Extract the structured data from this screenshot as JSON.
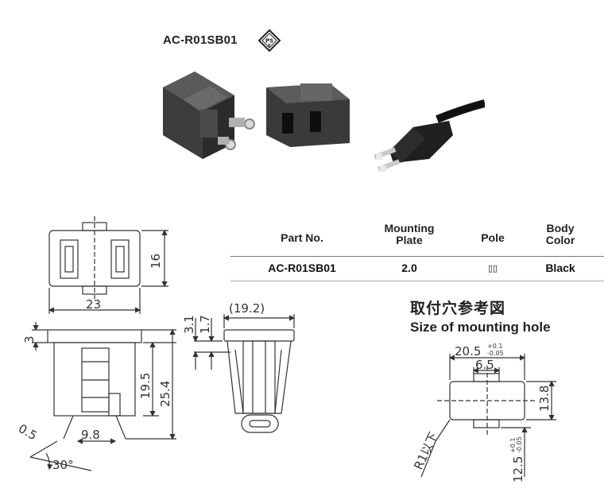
{
  "product": {
    "title": "AC-R01SB01",
    "cert_mark": "PSE"
  },
  "spec_table": {
    "headers": [
      "Part No.",
      "Mounting Plate",
      "Pole",
      "Body Color"
    ],
    "header_lines": [
      [
        "Part No."
      ],
      [
        "Mounting",
        "Plate"
      ],
      [
        "Pole"
      ],
      [
        "Body",
        "Color"
      ]
    ],
    "row": {
      "part_no": "AC-R01SB01",
      "mounting_plate": "2.0",
      "pole": "▯▯",
      "body_color": "Black"
    },
    "rule_color": "#8db77f"
  },
  "mounting_hole": {
    "title_cn": "取付穴参考図",
    "title_en": "Size of mounting hole",
    "dims": {
      "width": "20.5",
      "width_tol_top": "+0.1",
      "width_tol_bottom": "-0.05",
      "inner": "6.5",
      "height": "13.8",
      "radius": "R1以下",
      "depth": "12.5",
      "depth_tol_top": "+0.1",
      "depth_tol_bottom": "-0.05"
    }
  },
  "drawing_dims": {
    "front_width": "23",
    "front_height": "16",
    "flange": "3",
    "body_height": "19.5",
    "overall_height": "25.4",
    "lead_width": "0.5",
    "lead_pitch": "9.8",
    "lead_angle": "30°",
    "side_a": "3.1",
    "side_b": "1.7",
    "side_width": "(19.2)"
  }
}
